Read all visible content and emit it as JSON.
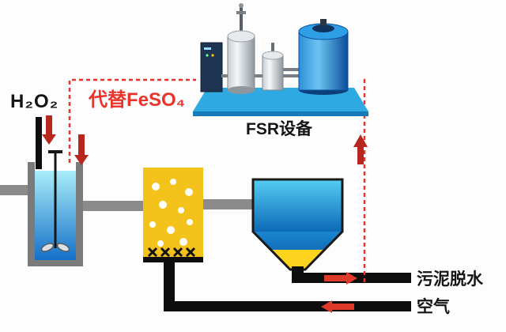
{
  "labels": {
    "h2o2": "H₂O₂",
    "replace_feso4": "代替FeSO₄",
    "fsr_equipment": "FSR设备",
    "sludge_dewatering": "污泥脱水",
    "air": "空气"
  },
  "colors": {
    "dotted_recycle_line": "#e8342a",
    "flow_arrow_dark": "#b7271e",
    "flow_arrow_bright": "#e03a2a",
    "aeration_tank_yellow": "#f3c31c",
    "water_cyan_top": "#a9edf9",
    "water_blue_bottom": "#1470c8",
    "clarifier_blue": "#0c69b6",
    "sludge_yellow": "#ffd41e",
    "platform_blue": "#2fa9e1",
    "pipe_gray": "#8b8b8b",
    "pipe_black": "#0d0d0d"
  }
}
